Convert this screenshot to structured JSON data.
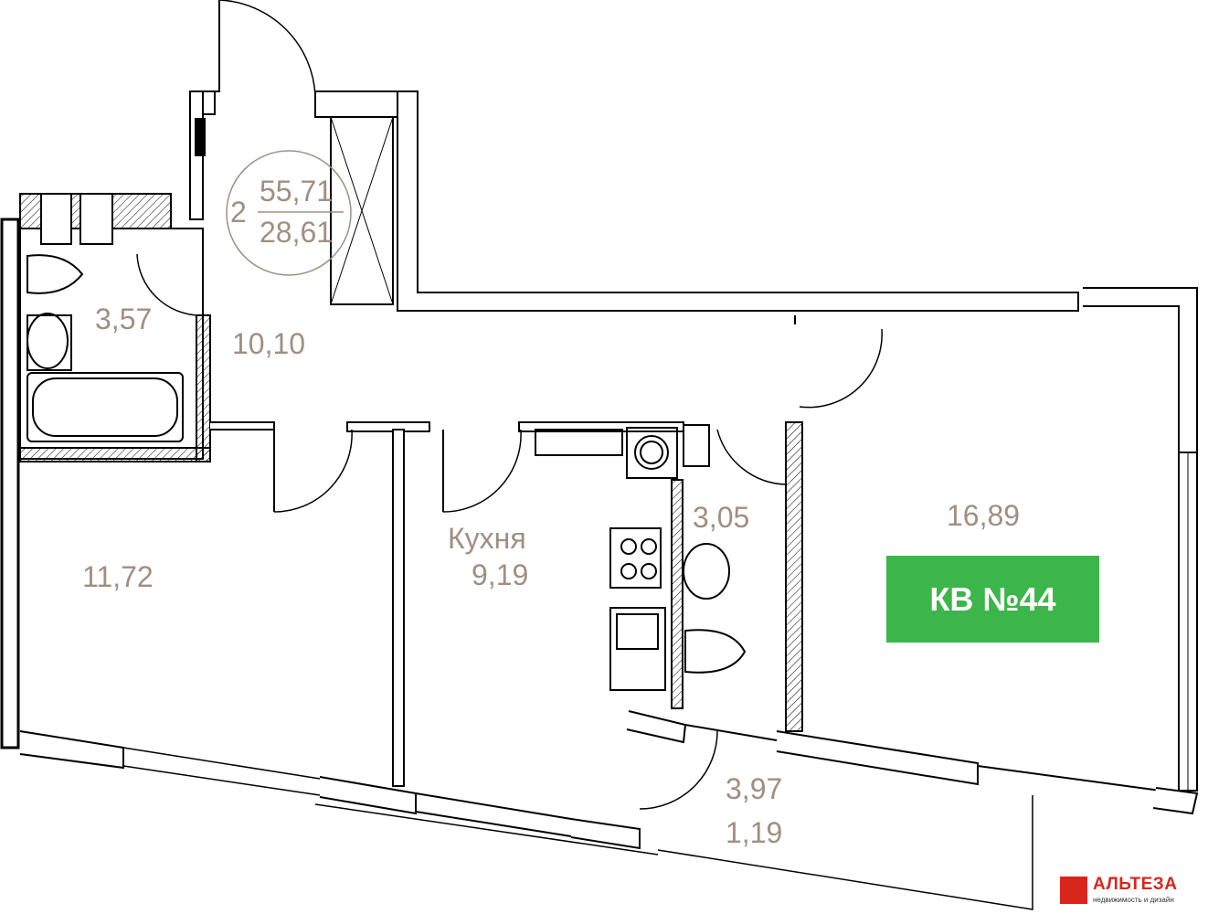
{
  "apartment": {
    "rooms_count": "2",
    "total_area": "55,71",
    "living_area": "28,61",
    "badge": "КВ №44"
  },
  "rooms": {
    "bathroom": "3,57",
    "hall": "10,10",
    "bedroom_left": "11,72",
    "kitchen_name": "Кухня",
    "kitchen_area": "9,19",
    "toilet": "3,05",
    "bedroom_right": "16,89",
    "balcony_area": "3,97",
    "balcony_reduced": "1,19"
  },
  "logo": {
    "title": "АЛЬТЕЗА",
    "subtitle": "недвижимость и дизайн"
  },
  "colors": {
    "label": "#a08f80",
    "badge": "#3cb54a",
    "logo": "#d9261c",
    "wall": "#000000"
  }
}
